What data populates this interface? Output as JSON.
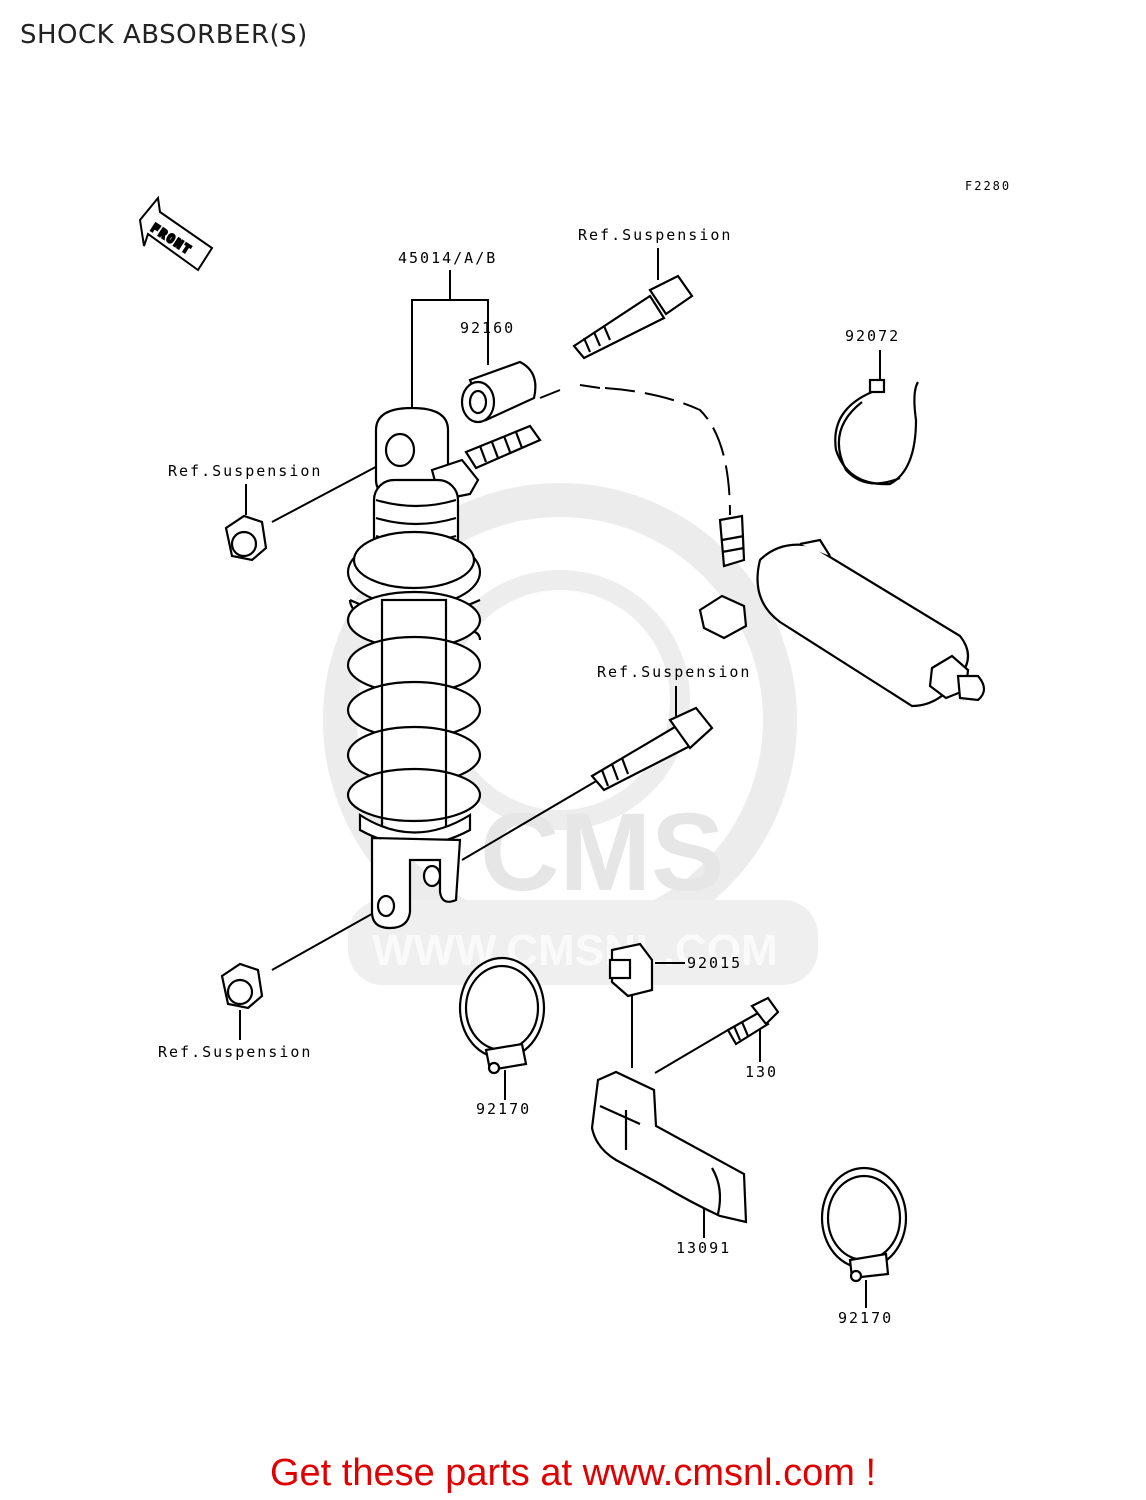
{
  "title": "SHOCK ABSORBER(S)",
  "figure_code": "F2280",
  "front_marker": "FRONT",
  "labels": {
    "assembly": "45014/A/B",
    "collar": "92160",
    "ref_top_bolt": "Ref.Suspension",
    "tie": "92072",
    "ref_left_nut": "Ref.Suspension",
    "ref_mid_bolt": "Ref.Suspension",
    "clip": "92015",
    "bolt": "130",
    "ref_bottom_nut": "Ref.Suspension",
    "clamp_left": "92170",
    "guard": "13091",
    "clamp_right": "92170"
  },
  "watermark": {
    "brand": "CMS",
    "url": "WWW.CMSNL.COM"
  },
  "footer": "Get these parts at www.cmsnl.com !",
  "colors": {
    "line": "#000000",
    "footer": "#e00000",
    "watermark": "#e6e6e6"
  }
}
